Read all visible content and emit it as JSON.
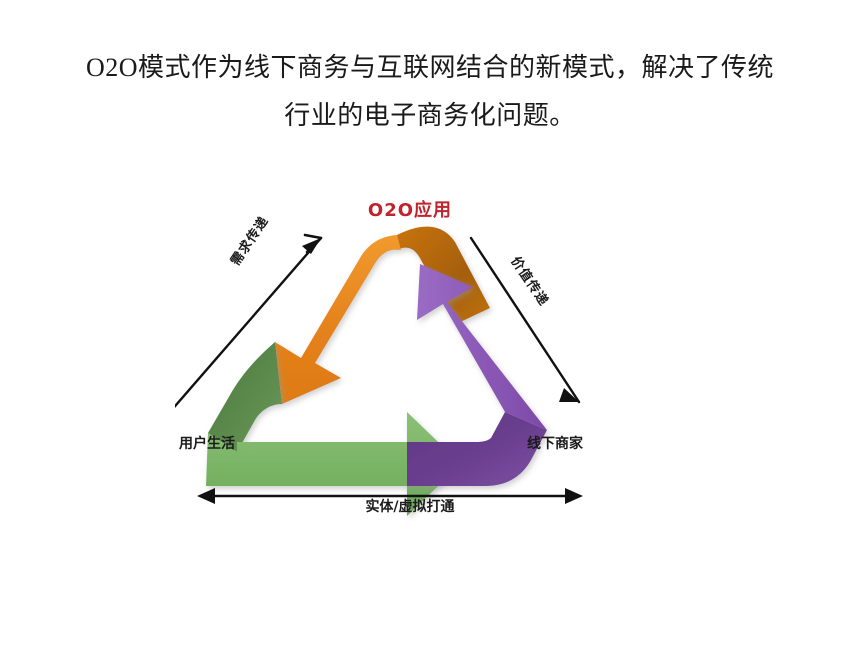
{
  "slide": {
    "title": "O2O模式作为线下商务与互联网结合的新模式，解决了传统\n行业的电子商务化问题。",
    "background_color": "#ffffff",
    "title_color": "#1a1a1a"
  },
  "diagram": {
    "type": "cycle-triangle",
    "center_title": "O2O应用",
    "center_title_color": "#c0232b",
    "nodes": [
      {
        "id": "user-life",
        "label": "用户生活",
        "position": "bottom-left"
      },
      {
        "id": "offline-merchant",
        "label": "线下商家",
        "position": "bottom-right"
      }
    ],
    "flows": [
      {
        "id": "demand-transfer",
        "label": "需求传递",
        "direction": "up-right",
        "side": "left",
        "arrow_color": "#e5821c",
        "arrow_name": "orange-arrow"
      },
      {
        "id": "value-transfer",
        "label": "价值传递",
        "direction": "down-right",
        "side": "right",
        "arrow_color": "#8a57b5",
        "arrow_name": "purple-arrow"
      },
      {
        "id": "physical-virtual-connect",
        "label": "实体/虚拟打通",
        "direction": "bidirectional",
        "side": "bottom",
        "arrow_color": "#78b464",
        "arrow_name": "green-arrow"
      }
    ],
    "colors": {
      "orange": "#e5821c",
      "orange_shade": "#b0660f",
      "green": "#78b464",
      "green_shade": "#5b8a4c",
      "purple": "#8a57b5",
      "purple_shade": "#6b3f90",
      "arrow_line": "#111111"
    }
  }
}
